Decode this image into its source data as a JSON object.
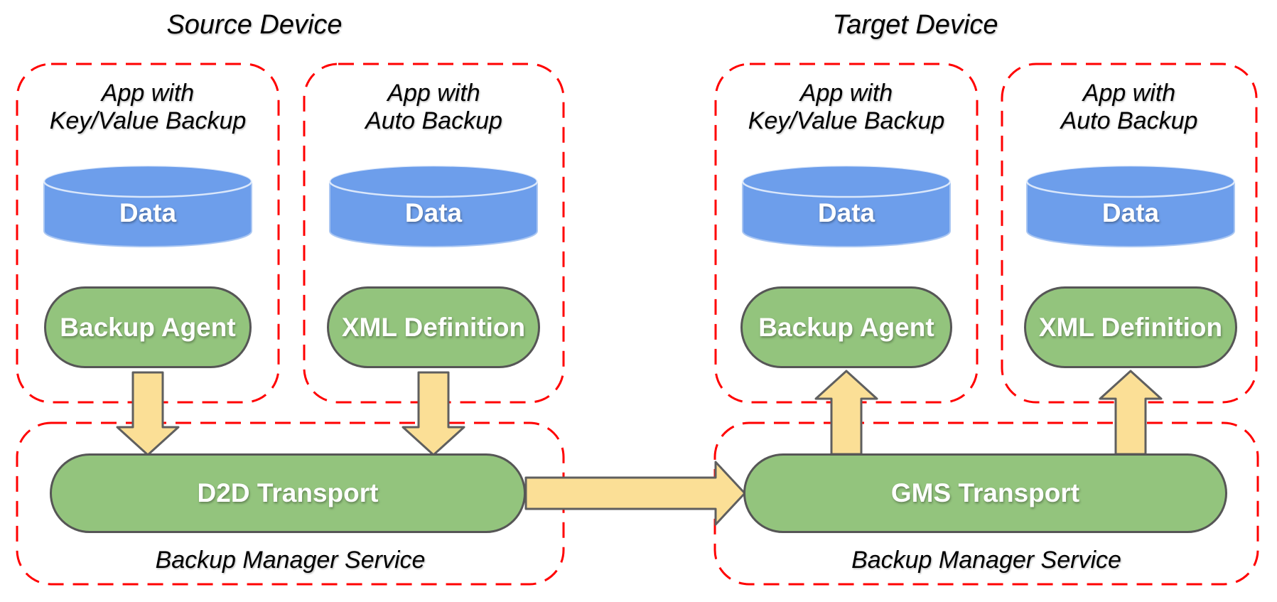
{
  "diagram": {
    "source": {
      "title": "Source Device",
      "apps": [
        {
          "name": [
            "App with",
            "Key/Value Backup"
          ],
          "data": "Data",
          "component": "Backup Agent"
        },
        {
          "name": [
            "App with",
            "Auto Backup"
          ],
          "data": "Data",
          "component": "XML Definition"
        }
      ],
      "service": {
        "transport": "D2D Transport",
        "name": "Backup Manager Service"
      }
    },
    "target": {
      "title": "Target Device",
      "apps": [
        {
          "name": [
            "App with",
            "Key/Value Backup"
          ],
          "data": "Data",
          "component": "Backup Agent"
        },
        {
          "name": [
            "App with",
            "Auto Backup"
          ],
          "data": "Data",
          "component": "XML Definition"
        }
      ],
      "service": {
        "transport": "GMS Transport",
        "name": "Backup Manager Service"
      }
    },
    "colors": {
      "dashed_border": "#ff0000",
      "cylinder_fill": "#6d9eeb",
      "pill_fill": "#93c47d",
      "arrow_fill": "#fbdf96",
      "shape_border": "#5f5f5f"
    }
  }
}
